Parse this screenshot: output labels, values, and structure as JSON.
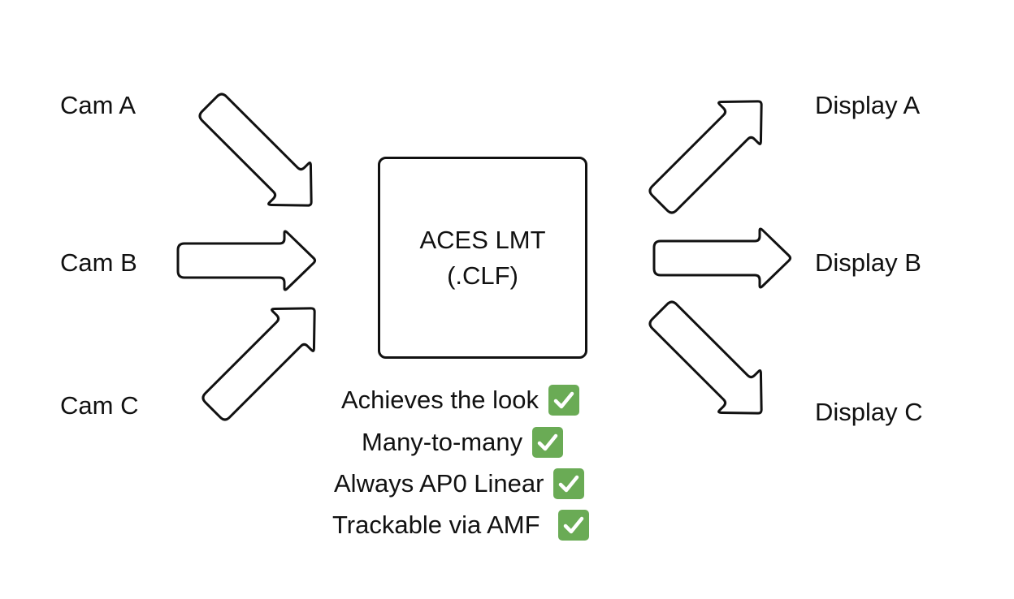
{
  "inputs": [
    {
      "label": "Cam A"
    },
    {
      "label": "Cam B"
    },
    {
      "label": "Cam C"
    }
  ],
  "outputs": [
    {
      "label": "Display A"
    },
    {
      "label": "Display B"
    },
    {
      "label": "Display C"
    }
  ],
  "center": {
    "line1": "ACES LMT",
    "line2": "(.CLF)"
  },
  "checklist": [
    {
      "text": "Achieves the look",
      "checked": true
    },
    {
      "text": "Many-to-many",
      "checked": true
    },
    {
      "text": "Always AP0 Linear",
      "checked": true
    },
    {
      "text": "Trackable via AMF",
      "checked": true
    }
  ],
  "colors": {
    "check_green": "#6aab55",
    "stroke": "#111111"
  }
}
